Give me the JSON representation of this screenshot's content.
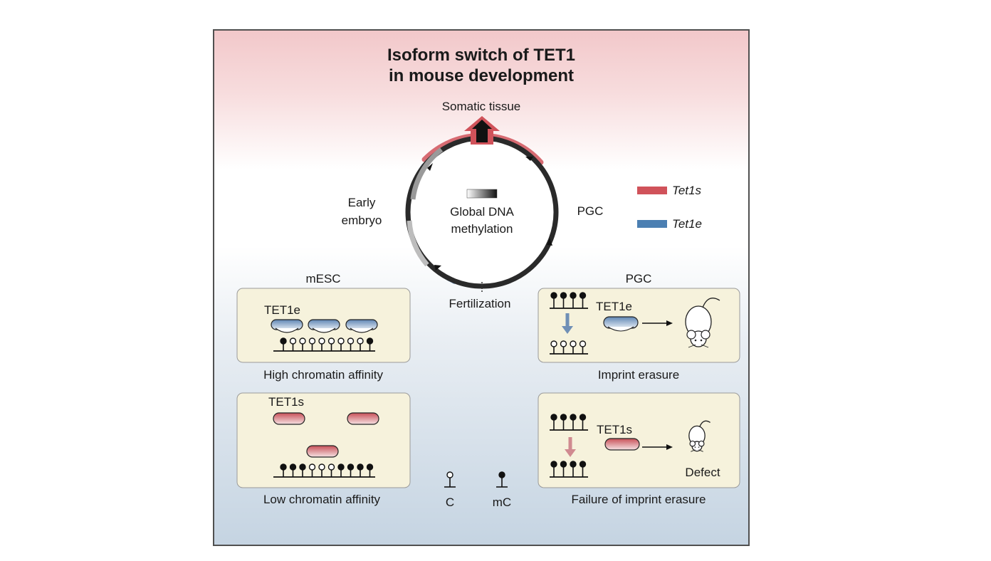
{
  "title_line1": "Isoform switch of TET1",
  "title_line2": "in mouse development",
  "cycle": {
    "top": "Somatic tissue",
    "bottom": "Fertilization",
    "left_line1": "Early",
    "left_line2": "embryo",
    "right": "PGC",
    "center_line1": "Global DNA",
    "center_line2": "methylation"
  },
  "legend": {
    "red": "Tet1s",
    "blue": "Tet1e",
    "red_color": "#d0525a",
    "blue_color": "#4b7fb2"
  },
  "mesc": {
    "header": "mESC",
    "top_label": "TET1e",
    "top_caption": "High chromatin affinity",
    "bottom_label": "TET1s",
    "bottom_caption": "Low chromatin affinity"
  },
  "pgc": {
    "header": "PGC",
    "top_label": "TET1e",
    "top_caption": "Imprint erasure",
    "bottom_label": "TET1s",
    "bottom_caption": "Failure of imprint erasure",
    "defect": "Defect"
  },
  "key": {
    "c": "C",
    "mc": "mC"
  }
}
